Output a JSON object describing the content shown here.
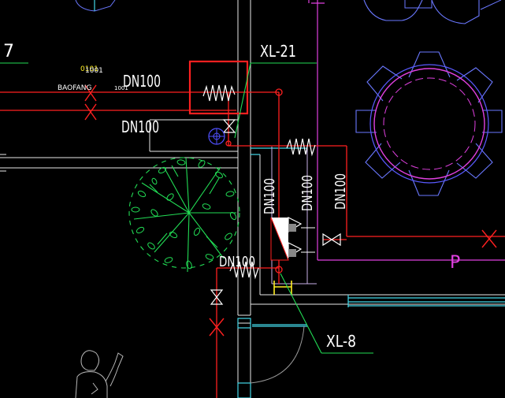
{
  "drawing": {
    "background": "#000000",
    "colors": {
      "red": "#ff2020",
      "white": "#ffffff",
      "green": "#33ff66",
      "bright_green": "#22dd55",
      "cyan": "#44d8e8",
      "magenta": "#e040e0",
      "blue": "#5050ff",
      "purple_light": "#c8b0e8",
      "yellow": "#ffee22",
      "grey": "#b8b8b8",
      "highlight_box": "#ff2020"
    },
    "labels": {
      "edge_number": "7",
      "tag_top": "1001",
      "tag_top_overlay": "0101",
      "baofang": "BAOFANG",
      "tag_small": "1001",
      "dn_main_top": "DN100",
      "dn_main_mid": "DN100",
      "dn_vertical_1": "DN100",
      "dn_vertical_2": "DN100",
      "dn_vertical_3": "DN100",
      "dn_lower": "DN100",
      "riser_top": "XL-21",
      "riser_bottom": "XL-8",
      "pump_letter": "P"
    },
    "icons": [
      "spring-hanger-icon",
      "gate-valve-icon",
      "butterfly-valve-icon",
      "cross-fitting-icon",
      "tree-icon",
      "round-table-icon",
      "person-icon",
      "fire-hydrant-icon"
    ]
  }
}
